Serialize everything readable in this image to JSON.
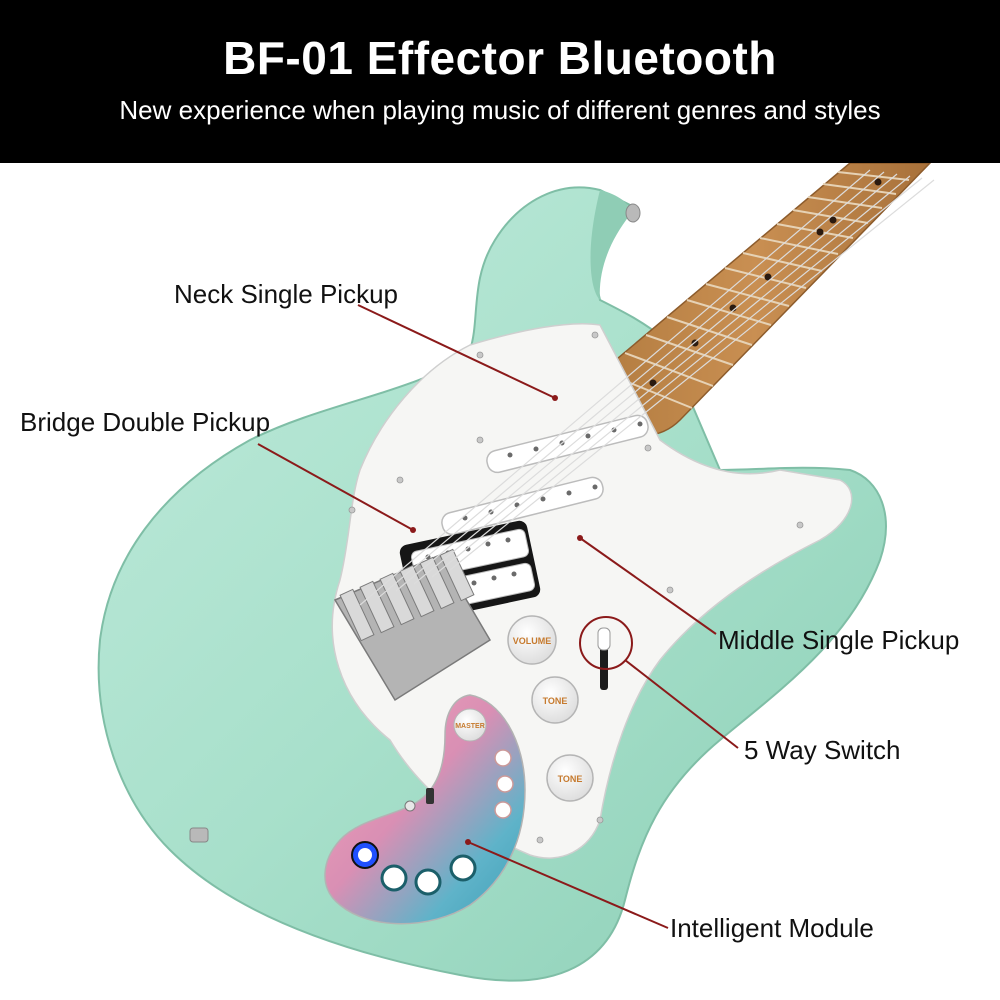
{
  "header": {
    "title": "BF-01 Effector Bluetooth",
    "subtitle": "New experience when playing music of different genres and styles"
  },
  "callouts": {
    "neck_pickup": "Neck Single Pickup",
    "bridge_pickup": "Bridge Double Pickup",
    "middle_pickup": "Middle Single Pickup",
    "switch": "5 Way Switch",
    "module": "Intelligent Module"
  },
  "knobs": {
    "volume": "VOLUME",
    "tone_1": "TONE",
    "tone_2": "TONE",
    "master": "MASTER"
  },
  "colors": {
    "header_bg": "#000000",
    "body": "#a8e0cb",
    "pickguard": "#f6f6f4",
    "fretboard": "#c0874a",
    "leader": "#8b1a1a"
  }
}
